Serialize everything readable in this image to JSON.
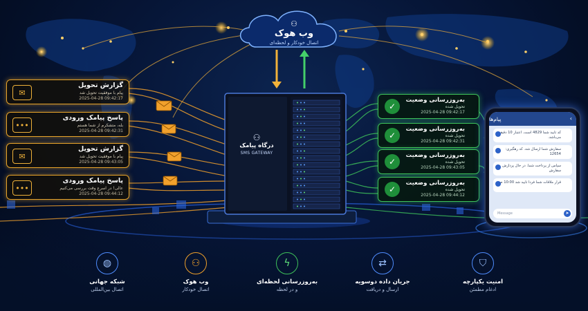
{
  "cloud": {
    "title": "وب هوک",
    "subtitle": "اتصال خودکار و لحظه‌ای"
  },
  "server": {
    "title": "درگاه پیامک",
    "subtitle": "SMS GATEWAY"
  },
  "left_cards": [
    {
      "title": "گزارش تحویل",
      "detail": "پیام با موفقیت تحویل شد",
      "time": "2025-04-28 09:42:17",
      "icon": "message-check-icon"
    },
    {
      "title": "پاسخ پیامک ورودی",
      "detail": "بله، متشکرم از شما هستم",
      "time": "2025-04-28 09:42:31",
      "icon": "message-dots-icon"
    },
    {
      "title": "گزارش تحویل",
      "detail": "پیام با موفقیت تحویل شد",
      "time": "2025-04-28 09:43:05",
      "icon": "message-check-icon"
    },
    {
      "title": "پاسخ پیامک ورودی",
      "detail": "عالی! در اسرع وقت بررسی می‌کنیم",
      "time": "2025-04-28 09:44:12",
      "icon": "message-dots-icon"
    }
  ],
  "right_cards": [
    {
      "title": "به‌روزرسانی وضعیت",
      "detail": "تحویل شده",
      "time": "2025-04-28 09:42:17"
    },
    {
      "title": "به‌روزرسانی وضعیت",
      "detail": "تحویل شده",
      "time": "2025-04-28 09:42:31"
    },
    {
      "title": "به‌روزرسانی وضعیت",
      "detail": "تحویل شده",
      "time": "2025-04-28 09:43:05"
    },
    {
      "title": "به‌روزرسانی وضعیت",
      "detail": "تحویل شده",
      "time": "2025-04-28 09:44:12"
    }
  ],
  "phone": {
    "header": "پیام‌ها",
    "messages": [
      "کد تایید شما 4829 است. اعتبار 10 دقیقه می‌باشد.",
      "سفارش شما ارسال شد. کد رهگیری: 12654",
      "سپاس از پرداخت شما. در حال پردازش سفارش",
      "قرار ملاقات شما فردا تایید شد 10:00 صبح"
    ],
    "input_placeholder": "Message",
    "send_icon": "send-icon"
  },
  "features": [
    {
      "title": "شبکه جهانی",
      "subtitle": "اتصال بین‌المللی",
      "icon": "globe-icon",
      "color": "#4f8dff"
    },
    {
      "title": "وب هوک",
      "subtitle": "اتصال خودکار",
      "icon": "webhook-icon",
      "color": "#f0a02a"
    },
    {
      "title": "به‌روزرسانی لحظه‌ای",
      "subtitle": "و در لحظه",
      "icon": "lightning-icon",
      "color": "#3ec25a"
    },
    {
      "title": "جریان داده دوسویه",
      "subtitle": "ارسال و دریافت",
      "icon": "two-way-arrows-icon",
      "color": "#4f8dff"
    },
    {
      "title": "امنیت یکپارچه",
      "subtitle": "ادغام مطمئن",
      "icon": "shield-icon",
      "color": "#4f8dff"
    }
  ]
}
